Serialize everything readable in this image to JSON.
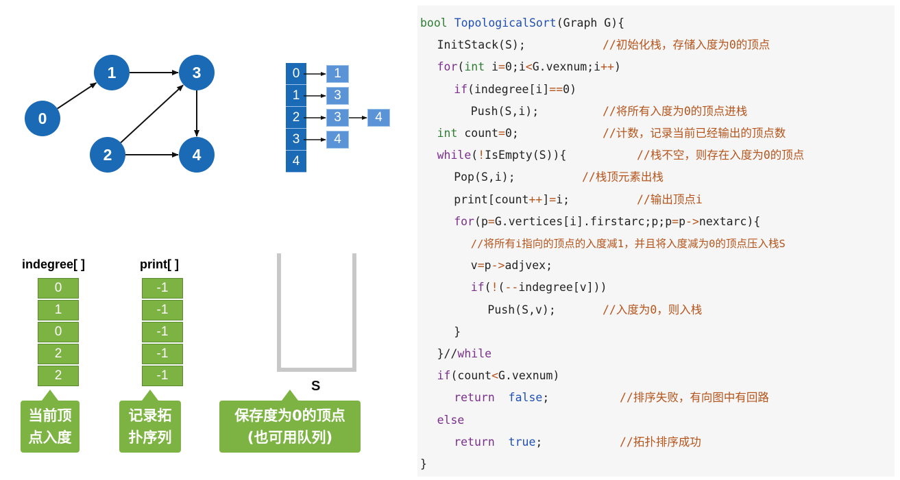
{
  "graph": {
    "nodes": [
      "0",
      "1",
      "2",
      "3",
      "4"
    ],
    "edges": [
      [
        "0",
        "1"
      ],
      [
        "1",
        "3"
      ],
      [
        "2",
        "3"
      ],
      [
        "2",
        "4"
      ],
      [
        "3",
        "4"
      ]
    ],
    "colors": {
      "node_fill": "#1b6ab5",
      "node_text": "#ffffff",
      "edge": "#111111"
    }
  },
  "adjacency": {
    "heads": [
      "0",
      "1",
      "2",
      "3",
      "4"
    ],
    "lists": [
      [
        "1"
      ],
      [
        "3"
      ],
      [
        "3",
        "4"
      ],
      [
        "4"
      ],
      []
    ]
  },
  "arrays": {
    "indegree": {
      "label": "indegree[ ]",
      "values": [
        "0",
        "1",
        "0",
        "2",
        "2"
      ]
    },
    "print": {
      "label": "print[ ]",
      "values": [
        "-1",
        "-1",
        "-1",
        "-1",
        "-1"
      ]
    }
  },
  "callouts": {
    "indegree": [
      "当前顶",
      "点入度"
    ],
    "print": [
      "记录拓",
      "扑序列"
    ],
    "stack": [
      "保存度为0的顶点",
      "(也可用队列)"
    ]
  },
  "stack": {
    "label": "S"
  },
  "code": {
    "lines": [
      {
        "code": "bool TopologicalSort(Graph G){",
        "comment": ""
      },
      {
        "code": "InitStack(S);",
        "comment": "//初始化栈，存储入度为0的顶点"
      },
      {
        "code": "for(int i=0;i<G.vexnum;i++)",
        "comment": ""
      },
      {
        "code": "if(indegree[i]==0)",
        "comment": ""
      },
      {
        "code": "Push(S,i);",
        "comment": "//将所有入度为0的顶点进栈"
      },
      {
        "code": "int count=0;",
        "comment": "//计数，记录当前已经输出的顶点数"
      },
      {
        "code": "while(!IsEmpty(S)){",
        "comment": "//栈不空，则存在入度为0的顶点"
      },
      {
        "code": "Pop(S,i);",
        "comment": "//栈顶元素出栈"
      },
      {
        "code": "print[count++]=i;",
        "comment": "//输出顶点i"
      },
      {
        "code": "for(p=G.vertices[i].firstarc;p;p=p->nextarc){",
        "comment": ""
      },
      {
        "code": "",
        "comment": "//将所有i指向的顶点的入度减1，并且将入度减为0的顶点压入栈S"
      },
      {
        "code": "v=p->adjvex;",
        "comment": ""
      },
      {
        "code": "if(!(--indegree[v]))",
        "comment": ""
      },
      {
        "code": "Push(S,v);",
        "comment": "//入度为0，则入栈"
      },
      {
        "code": "}",
        "comment": ""
      },
      {
        "code": "}//while",
        "comment": ""
      },
      {
        "code": "if(count<G.vexnum)",
        "comment": ""
      },
      {
        "code": "return  false;",
        "comment": "//排序失败，有向图中有回路"
      },
      {
        "code": "else",
        "comment": ""
      },
      {
        "code": "return  true;",
        "comment": "//拓扑排序成功"
      },
      {
        "code": "}",
        "comment": ""
      }
    ]
  }
}
